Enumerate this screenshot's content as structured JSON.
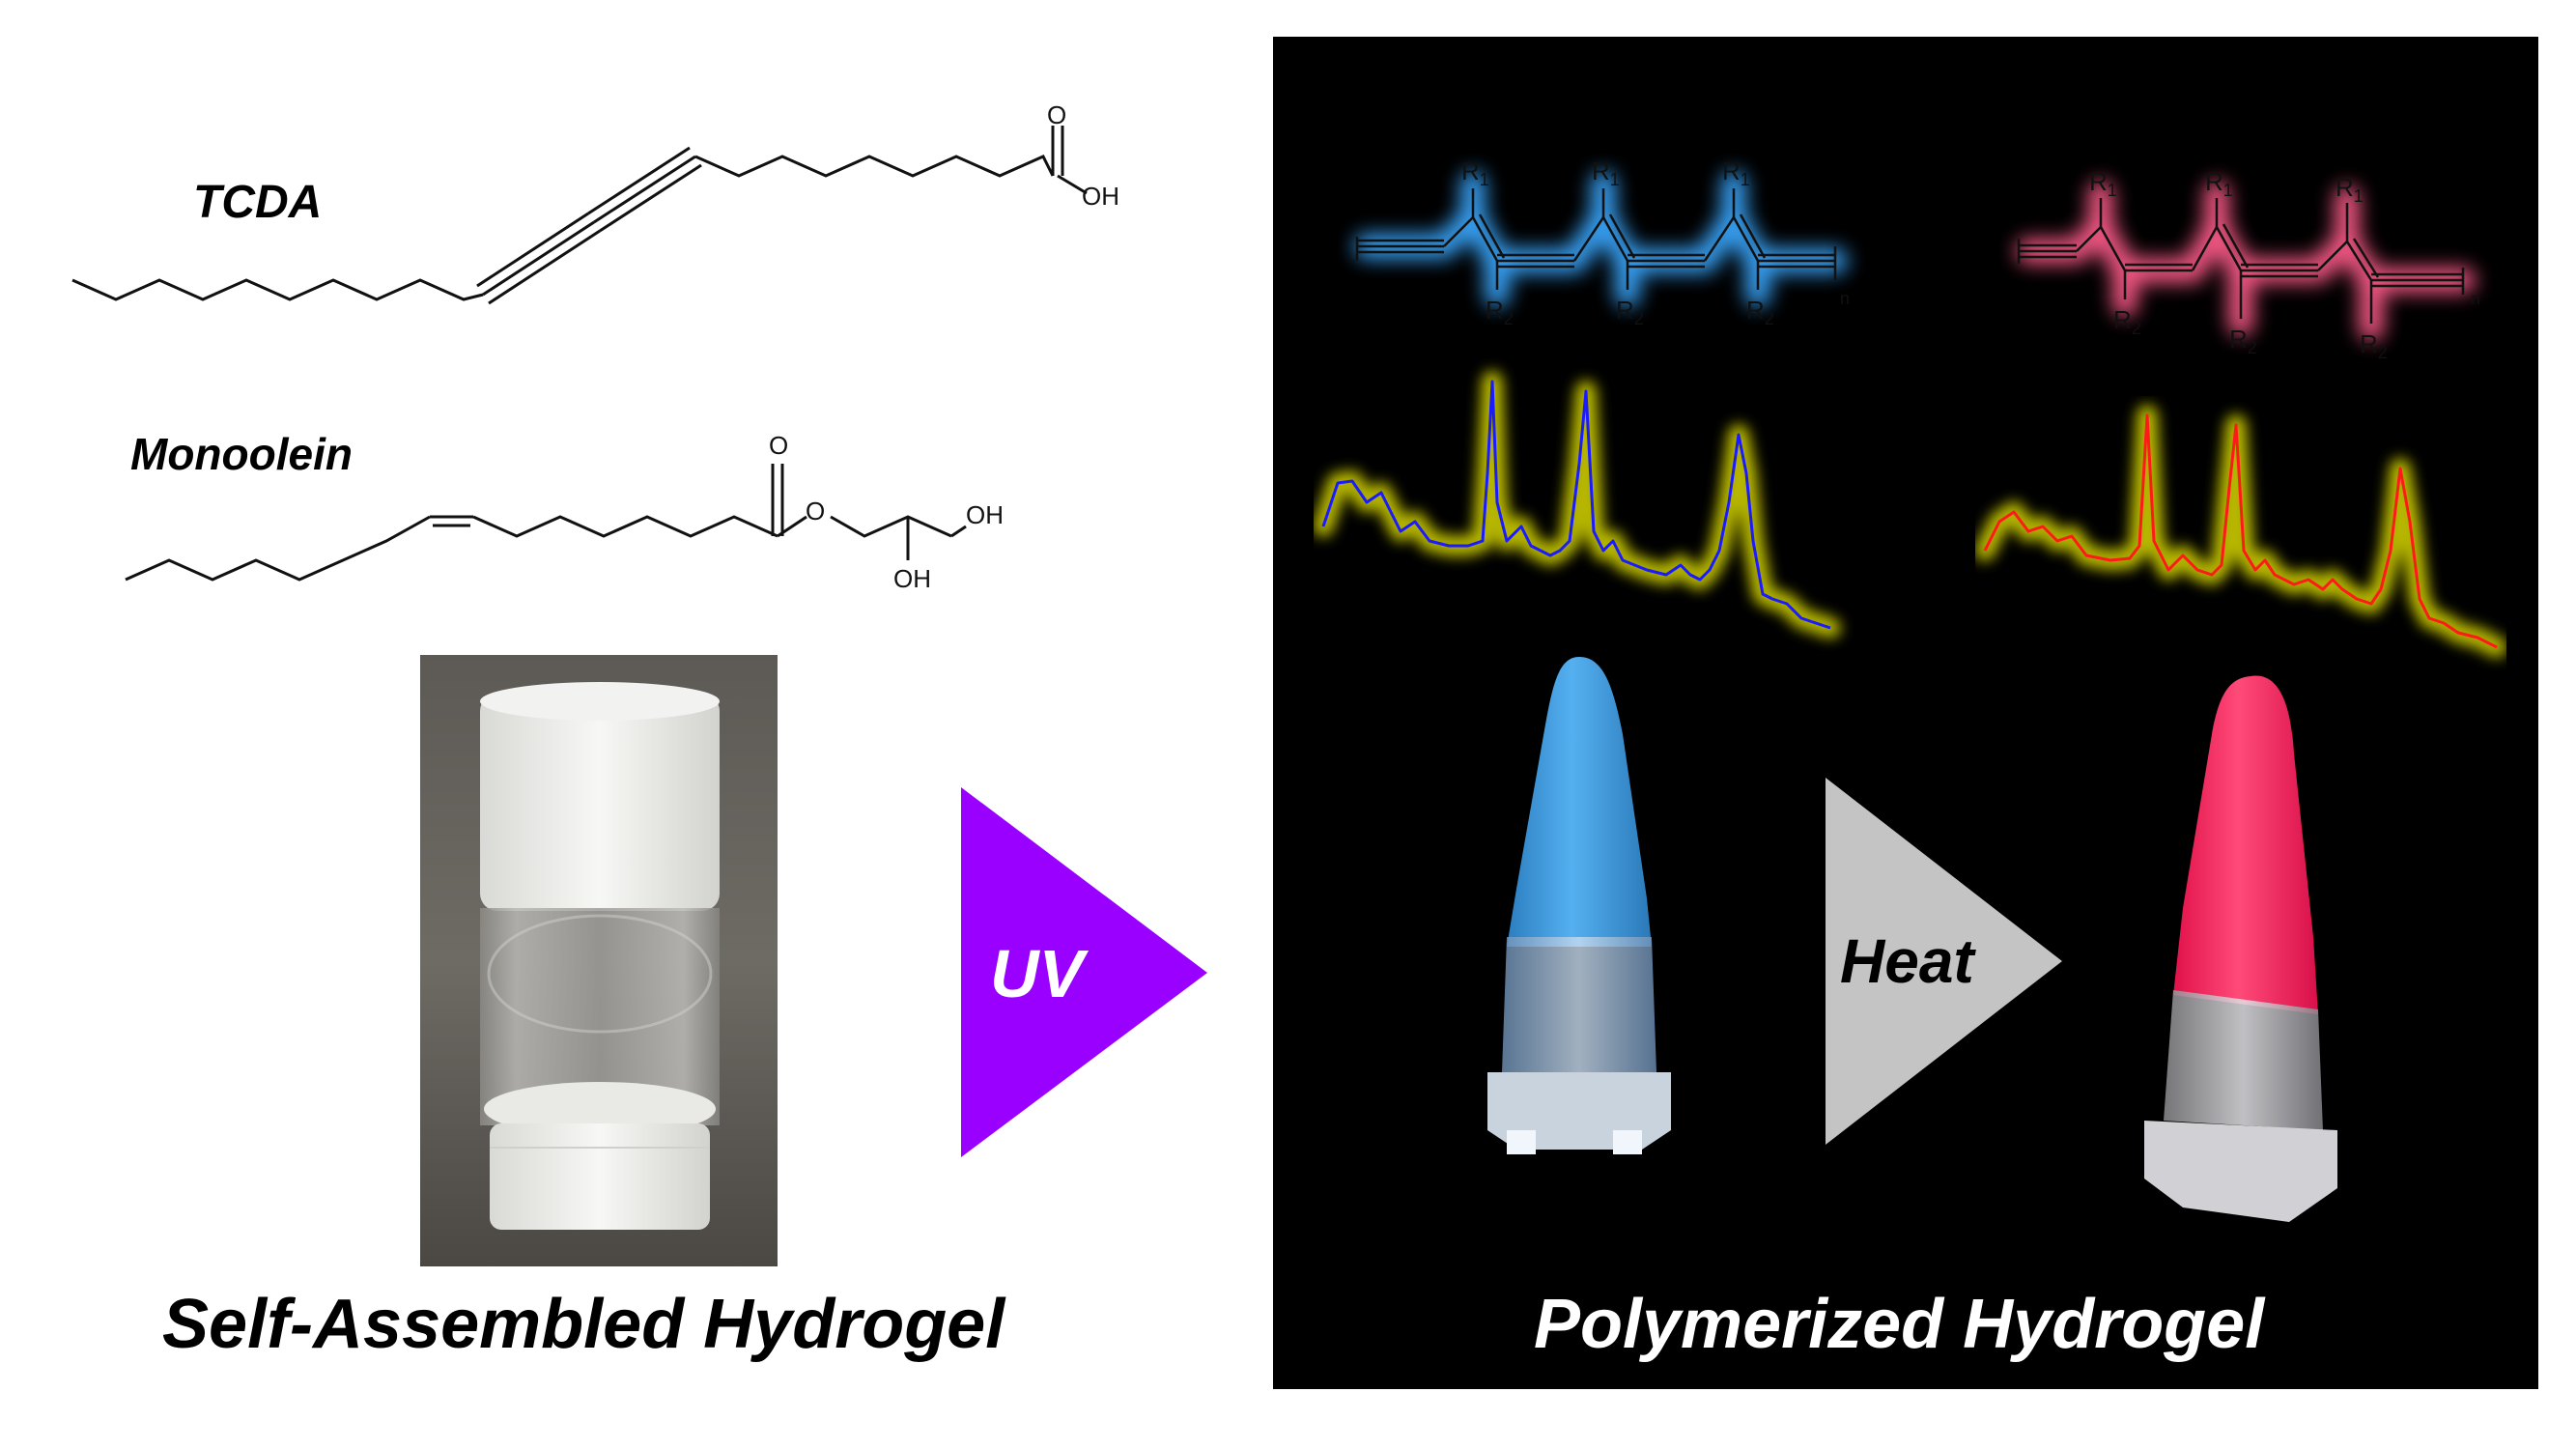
{
  "molecules": {
    "tcda": {
      "name": "TCDA",
      "atoms": {
        "carbonyl_o": "O",
        "hydroxyl": "OH"
      }
    },
    "monoolein": {
      "name": "Monoolein",
      "atoms": {
        "carbonyl_o": "O",
        "ester_o": "O",
        "oh_1": "OH",
        "oh_2": "OH"
      }
    }
  },
  "arrows": {
    "uv": {
      "label": "UV",
      "color": "#9900ff"
    },
    "heat": {
      "label": "Heat",
      "color": "#c4c4c4"
    }
  },
  "captions": {
    "left": "Self-Assembled Hydrogel",
    "right": "Polymerized Hydrogel"
  },
  "polymers": {
    "blue": {
      "glow": "#3aa8ff",
      "r1": "R",
      "r1_sub": "1",
      "r2": "R",
      "r2_sub": "2",
      "repeat": "n"
    },
    "red": {
      "glow": "#ff5c8a",
      "r1": "R",
      "r1_sub": "1",
      "r2": "R",
      "r2_sub": "2",
      "repeat": "n"
    }
  },
  "spectra": {
    "blue": {
      "line": "#1a1aff",
      "glow": "#d6d600"
    },
    "red": {
      "line": "#ff1a1a",
      "glow": "#d6d600"
    }
  },
  "samples": {
    "vial": "white gel in glass vial",
    "blue_tube": "#3d9be0",
    "red_tube": "#ff2a5c"
  }
}
